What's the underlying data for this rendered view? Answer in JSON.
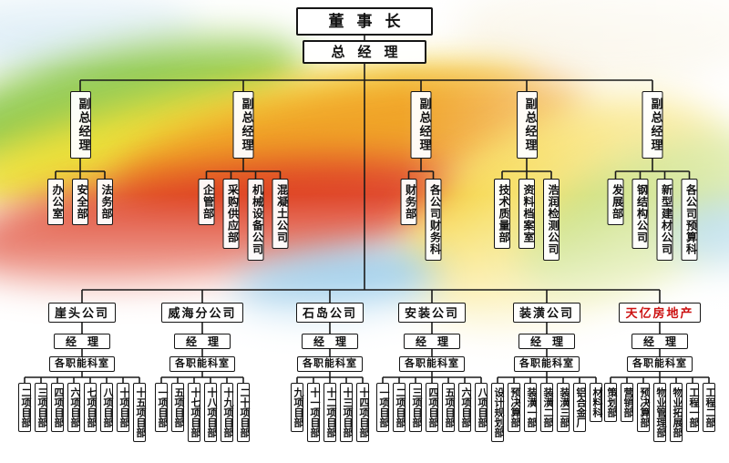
{
  "org": {
    "chairman": "董事长",
    "general_manager": "总经理",
    "accent_color": "#cc1111",
    "deputies": [
      {
        "label": "副总经理",
        "departments": [
          "办公室",
          "安全部",
          "法务部"
        ]
      },
      {
        "label": "副总经理",
        "departments": [
          "企管部",
          "采购供应部",
          "机械设备公司",
          "混凝土公司"
        ]
      },
      {
        "label": "副总经理",
        "departments": [
          "财务部",
          "各公司财务科"
        ]
      },
      {
        "label": "副总经理",
        "departments": [
          "技术质量部",
          "资料档案室",
          "浩润检测公司"
        ]
      },
      {
        "label": "副总经理",
        "departments": [
          "发展部",
          "钢结构公司",
          "新型建材公司",
          "各公司预算科"
        ]
      }
    ],
    "branches": [
      {
        "name": "崖头公司",
        "manager": "经理",
        "office": "各职能科室",
        "units": [
          "二项目部",
          "三项目部",
          "四项目部",
          "六项目部",
          "七项目部",
          "八项目部",
          "十项目部",
          "十五项目部"
        ]
      },
      {
        "name": "威海分公司",
        "manager": "经理",
        "office": "各职能科室",
        "units": [
          "一项目部",
          "五项目部",
          "十七项目部",
          "十八项目部",
          "十九项目部",
          "二十项目部"
        ]
      },
      {
        "name": "石岛公司",
        "manager": "经理",
        "office": "各职能科室",
        "units": [
          "九项目部",
          "十一项目部",
          "十二项目部",
          "十三项目部",
          "十四项目部"
        ]
      },
      {
        "name": "安装公司",
        "manager": "经理",
        "office": "各职能科室",
        "units": [
          "一项目部",
          "二项目部",
          "三项目部",
          "四项目部",
          "五项目部",
          "六项目部",
          "八项目部"
        ]
      },
      {
        "name": "装潢公司",
        "manager": "经理",
        "office": "各职能科室",
        "units": [
          "设计规划部",
          "预决算部",
          "装潢一部",
          "装潢二部",
          "装潢三部",
          "铝合金厂",
          "材料科"
        ]
      },
      {
        "name": "天亿房地产",
        "name_color": "#cc1111",
        "manager": "经理",
        "office": "各职能科室",
        "units": [
          "策划部",
          "营销部",
          "预决算部",
          "物业管理部",
          "物业拓展部",
          "工程一部",
          "工程二部"
        ]
      }
    ]
  }
}
